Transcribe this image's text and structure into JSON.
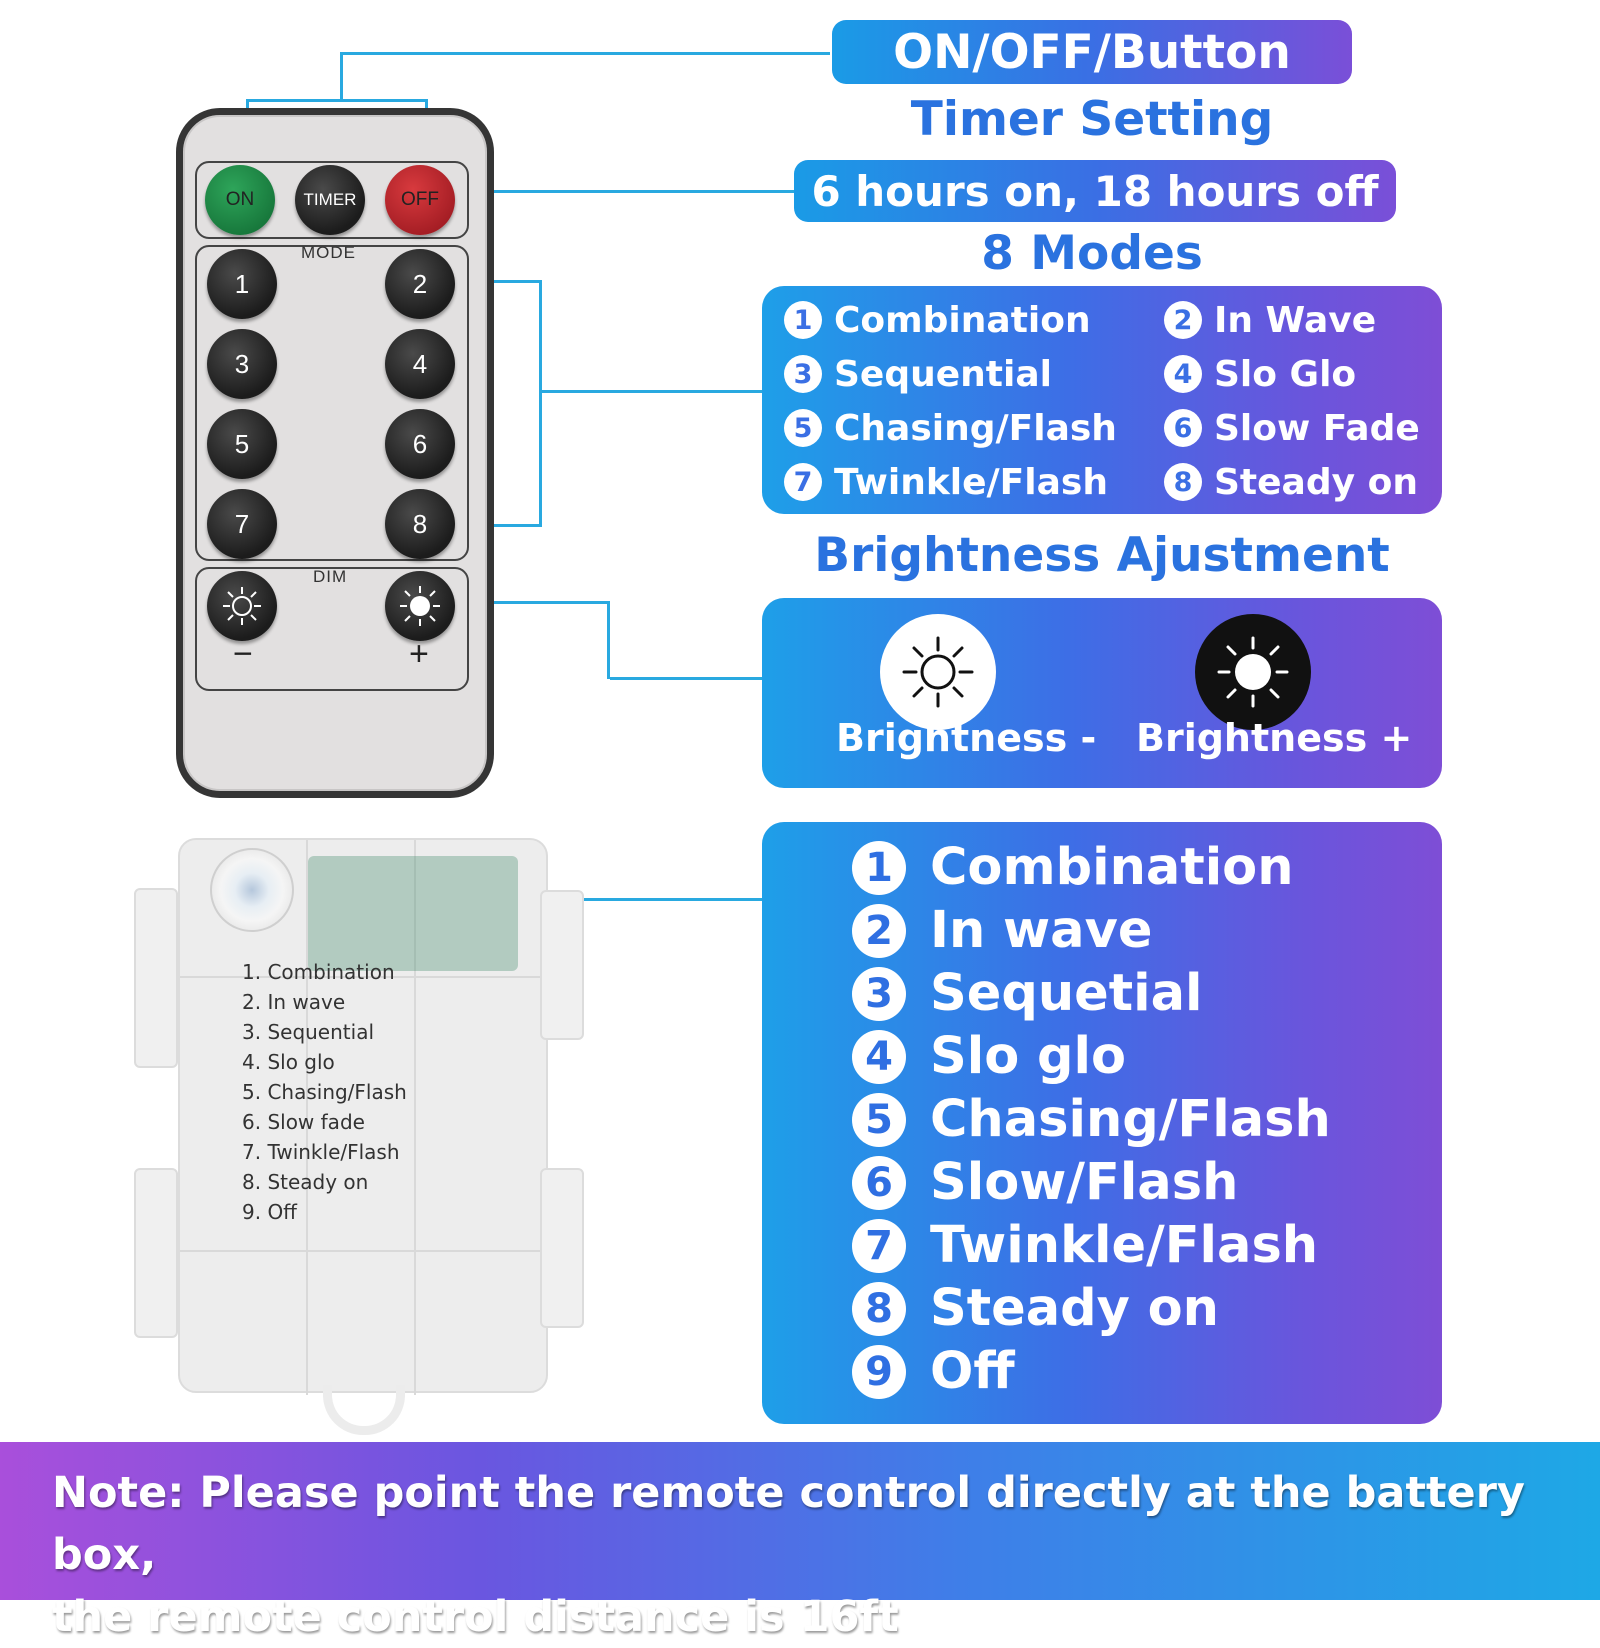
{
  "remote": {
    "on_label": "ON",
    "timer_label": "TIMER",
    "off_label": "OFF",
    "mode_label": "MODE",
    "dim_label": "DIM",
    "minus_label": "−",
    "plus_label": "+",
    "buttons": [
      "1",
      "2",
      "3",
      "4",
      "5",
      "6",
      "7",
      "8"
    ]
  },
  "top": {
    "onoff_title": "ON/OFF/Button",
    "timer_heading": "Timer Setting",
    "timer_value": "6 hours on, 18 hours off",
    "modes_heading": "8 Modes"
  },
  "modes": [
    {
      "num": "1",
      "label": "Combination"
    },
    {
      "num": "2",
      "label": "In Wave"
    },
    {
      "num": "3",
      "label": "Sequential"
    },
    {
      "num": "4",
      "label": "Slo Glo"
    },
    {
      "num": "5",
      "label": "Chasing/Flash"
    },
    {
      "num": "6",
      "label": "Slow Fade"
    },
    {
      "num": "7",
      "label": "Twinkle/Flash"
    },
    {
      "num": "8",
      "label": "Steady on"
    }
  ],
  "brightness": {
    "heading": "Brightness Ajustment",
    "minus_label": "Brightness -",
    "plus_label": "Brightness +"
  },
  "box_modes": [
    {
      "num": "1",
      "label": "Combination"
    },
    {
      "num": "2",
      "label": "In wave"
    },
    {
      "num": "3",
      "label": "Sequetial"
    },
    {
      "num": "4",
      "label": "Slo glo"
    },
    {
      "num": "5",
      "label": "Chasing/Flash"
    },
    {
      "num": "6",
      "label": "Slow/Flash"
    },
    {
      "num": "7",
      "label": "Twinkle/Flash"
    },
    {
      "num": "8",
      "label": "Steady on"
    },
    {
      "num": "9",
      "label": "Off"
    }
  ],
  "box_print": [
    "1. Combination",
    "2. In wave",
    "3. Sequential",
    "4. Slo glo",
    "5. Chasing/Flash",
    "6. Slow fade",
    "7. Twinkle/Flash",
    "8. Steady on",
    "9. Off"
  ],
  "note": {
    "line1": "Note: Please point the remote control directly at the battery box,",
    "line2": "the remote control distance is 16ft"
  },
  "colors": {
    "accent_blue": "#2a72df",
    "connector": "#29a9e0",
    "gradient_start": "#1e9fe8",
    "gradient_end": "#7e4ed6"
  },
  "icons": {
    "brightness_down": "sun-outline-icon",
    "brightness_up": "sun-filled-icon"
  }
}
